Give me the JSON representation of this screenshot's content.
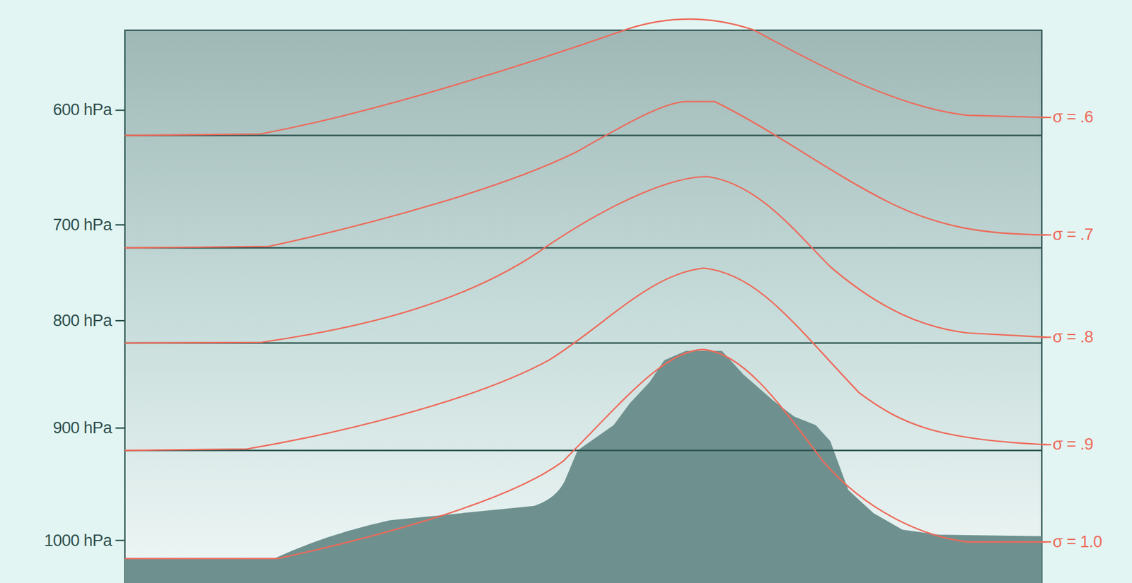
{
  "diagram": {
    "labels": [
      "600 hPa",
      "700 hPa",
      "800 hPa",
      "900 hPa",
      "1000 hPa",
      "σ = .6",
      "σ = .7",
      "σ = .8",
      "σ = .9",
      "σ = 1.0"
    ]
  }
}
